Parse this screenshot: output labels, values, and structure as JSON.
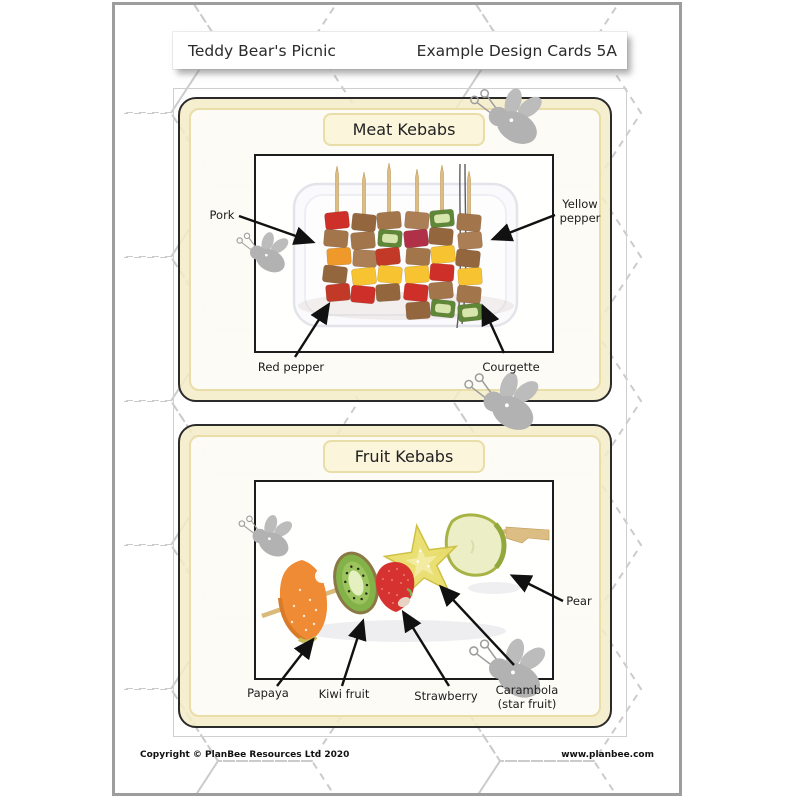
{
  "page": {
    "header": {
      "left_title": "Teddy Bear's Picnic",
      "right_title": "Example Design Cards 5A"
    },
    "cards": [
      {
        "title": "Meat Kebabs",
        "labels": [
          "Pork",
          "Yellow pepper",
          "Red pepper",
          "Courgette"
        ]
      },
      {
        "title": "Fruit Kebabs",
        "labels": [
          "Papaya",
          "Kiwi fruit",
          "Strawberry",
          "Carambola (star fruit)",
          "Pear"
        ]
      }
    ],
    "footer": {
      "copyright": "Copyright © PlanBee Resources Ltd 2020",
      "website": "www.planbee.com"
    },
    "colors": {
      "card-cream": "#f3ebc6",
      "card-border": "#2b2b2b",
      "accent-line": "#e9dda8",
      "title-fill": "#faf5da",
      "pattern-gray": "#c6c6c6",
      "bee-gray": "#b2b2b2"
    }
  }
}
